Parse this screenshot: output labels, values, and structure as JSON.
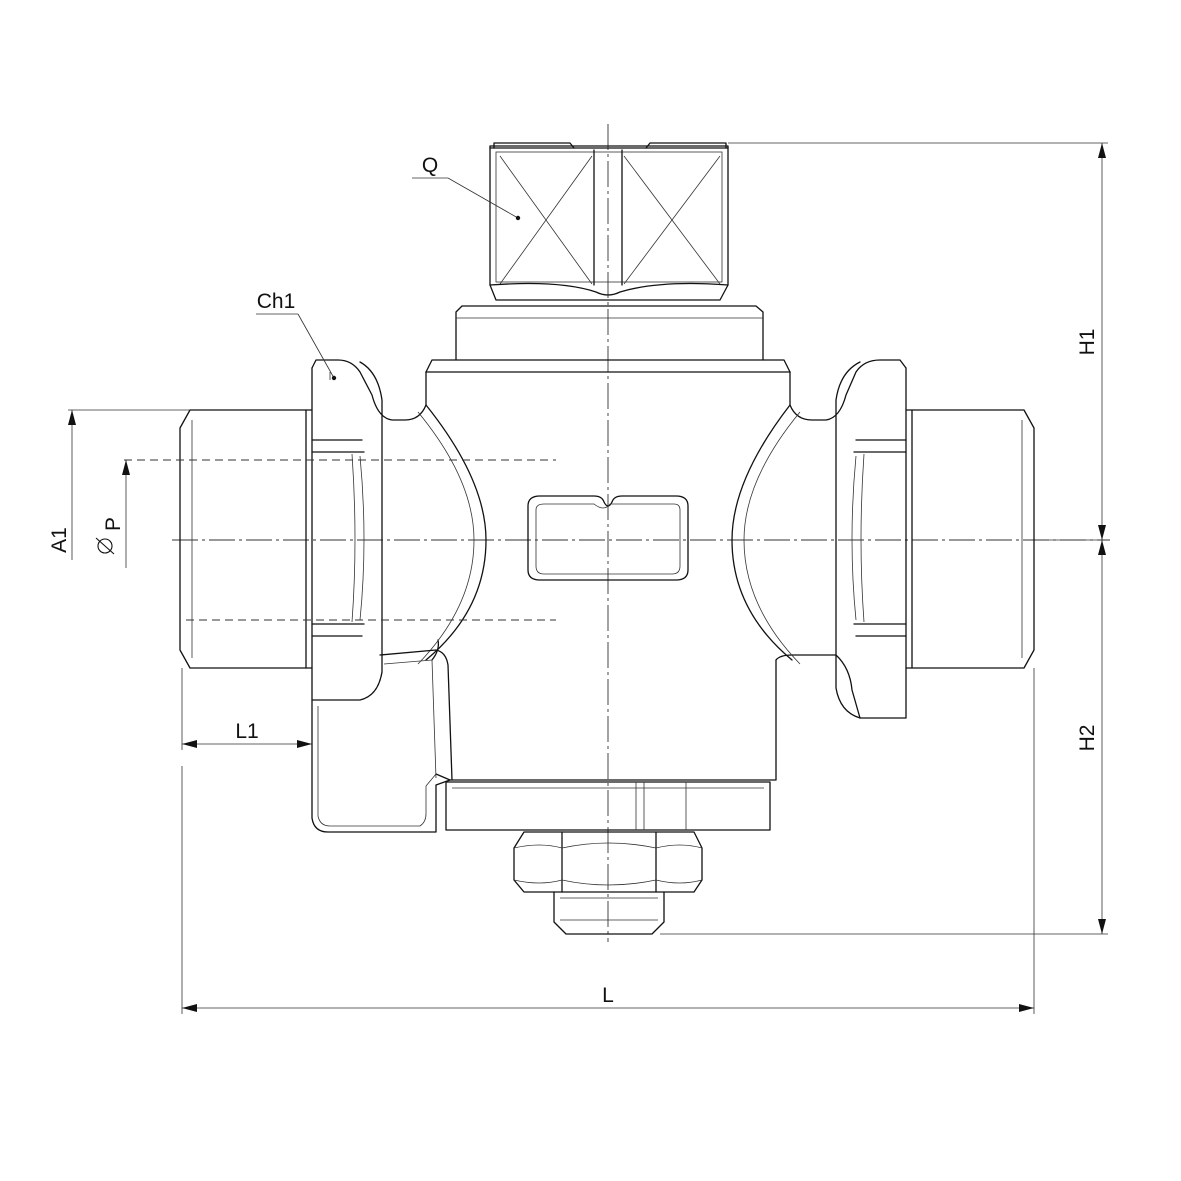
{
  "labels": {
    "q": "Q",
    "ch1": "Ch1",
    "h1": "H1",
    "h2": "H2",
    "a1": "A1",
    "p": "P",
    "l1": "L1",
    "l": "L"
  },
  "icons": {
    "diameter": "diameter-symbol-icon"
  },
  "colors": {
    "line": "#111111",
    "background": "#ffffff"
  }
}
